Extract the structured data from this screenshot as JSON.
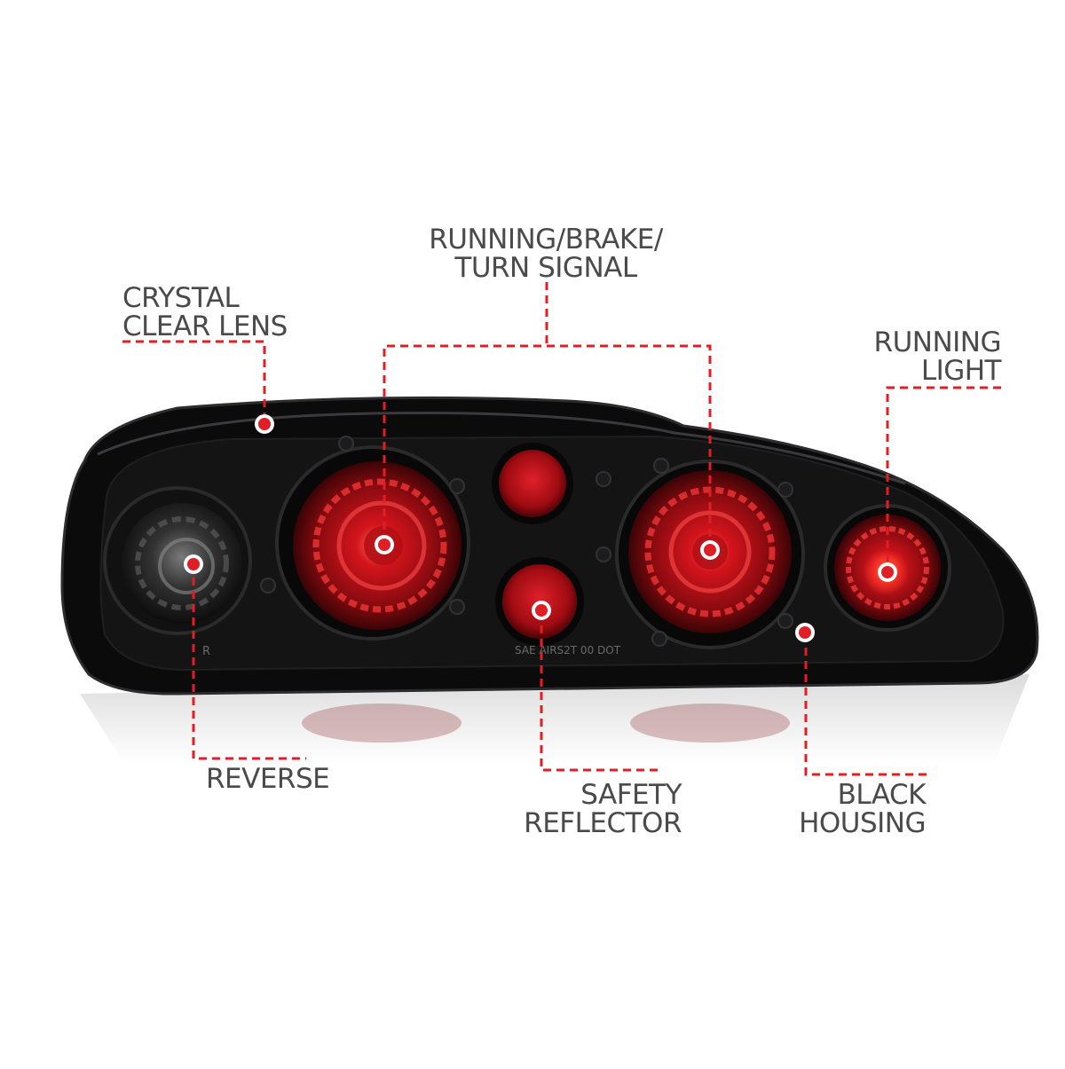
{
  "callouts": {
    "crystal_clear_lens": [
      "CRYSTAL",
      "CLEAR LENS"
    ],
    "running_brake_turn": [
      "RUNNING/BRAKE/",
      "TURN SIGNAL"
    ],
    "running_light": [
      "RUNNING",
      "LIGHT"
    ],
    "reverse": [
      "REVERSE"
    ],
    "safety_reflector": [
      "SAFETY",
      "REFLECTOR"
    ],
    "black_housing": [
      "BLACK",
      "HOUSING"
    ]
  },
  "lens_markings": {
    "left_small": "R",
    "center_text": "SAE AIRS2T 00 DOT"
  },
  "colors": {
    "callout_line": "#e01e25",
    "label_text": "#4a4a4a",
    "housing": "#0b0b0c",
    "lamp_red": "#c0121a"
  }
}
